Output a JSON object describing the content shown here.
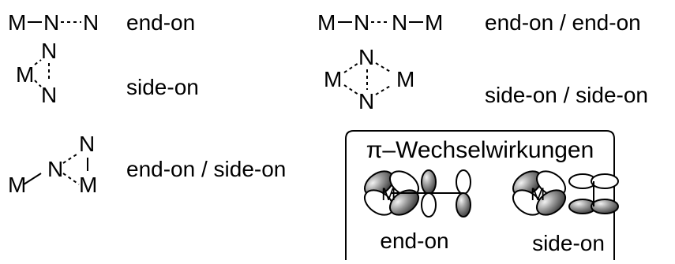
{
  "atoms": {
    "metal": "M",
    "nitrogen": "N"
  },
  "labels": {
    "end_on": "end-on",
    "side_on": "side-on",
    "end_on_end_on": "end-on / end-on",
    "side_on_side_on": "side-on / side-on",
    "end_on_side_on": "end-on / side-on"
  },
  "pi_box": {
    "title": "π–Wechselwirkungen",
    "end_on_label": "end-on",
    "side_on_label": "side-on"
  },
  "colors": {
    "ink": "#000000",
    "orbital_shade": "#4a4a4a",
    "background": "#ffffff"
  }
}
